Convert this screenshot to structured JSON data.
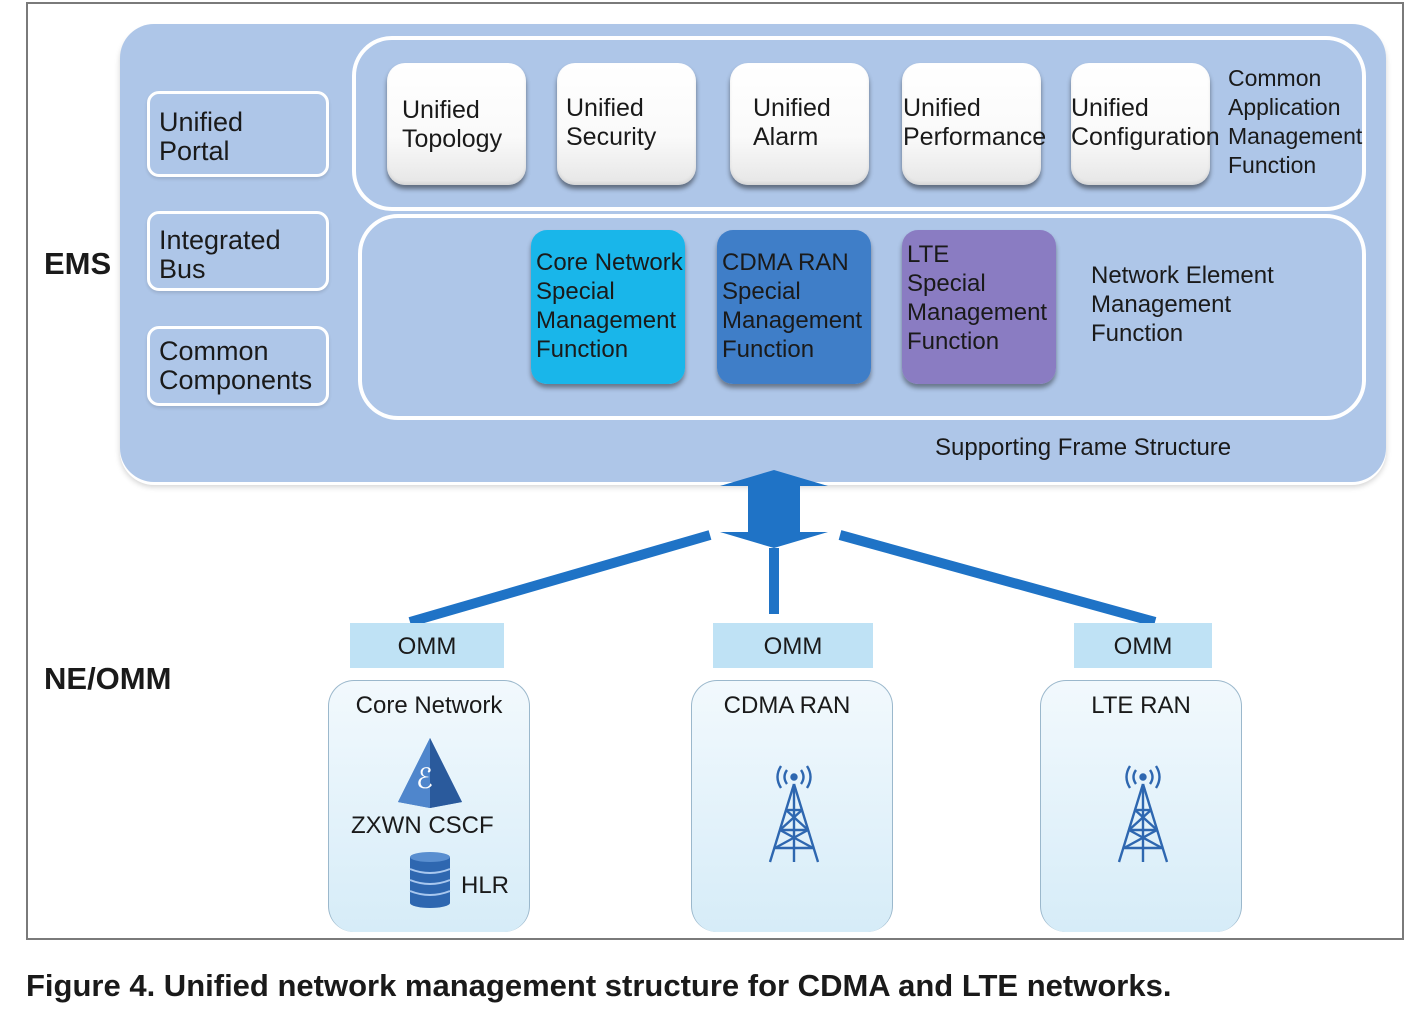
{
  "levels": {
    "ems": "EMS",
    "ne_omm": "NE/OMM"
  },
  "left_components": [
    {
      "line1": "Unified",
      "line2": "Portal"
    },
    {
      "line1": "Integrated",
      "line2": "Bus"
    },
    {
      "line1": "Common",
      "line2": "Components"
    }
  ],
  "unified_apps": [
    {
      "line1": "Unified",
      "line2": "Topology"
    },
    {
      "line1": "Unified",
      "line2": "Security"
    },
    {
      "line1": "Unified",
      "line2": "Alarm"
    },
    {
      "line1": "Unified",
      "line2": "Performance"
    },
    {
      "line1": "Unified",
      "line2": "Configuration"
    }
  ],
  "common_app_label": [
    "Common",
    "Application",
    "Management",
    "Function"
  ],
  "special_functions": [
    {
      "lines": [
        "Core Network",
        "Special",
        "Management",
        "Function"
      ],
      "color": "#19b6ea"
    },
    {
      "lines": [
        "CDMA RAN",
        "Special",
        "Management",
        "Function"
      ],
      "color": "#3f7ec8"
    },
    {
      "lines": [
        "LTE",
        "Special",
        "Management",
        "Function"
      ],
      "color": "#8a7cc2"
    }
  ],
  "ne_management_label": [
    "Network Element",
    "Management",
    "Function"
  ],
  "supporting_frame": "Supporting Frame Structure",
  "omm_labels": [
    "OMM",
    "OMM",
    "OMM"
  ],
  "network_elements": [
    {
      "title": "Core Network",
      "cscf_label": "ZXWN CSCF",
      "hlr_label": "HLR"
    },
    {
      "title": "CDMA RAN"
    },
    {
      "title": "LTE RAN"
    }
  ],
  "icons": [
    "cscf-pyramid-icon",
    "database-icon",
    "radio-tower-icon"
  ],
  "colors": {
    "panel": "#aec6e8",
    "connector": "#1f73c6",
    "omm": "#bfe2f5"
  },
  "caption": "Figure 4. Unified network management structure for CDMA and LTE networks."
}
